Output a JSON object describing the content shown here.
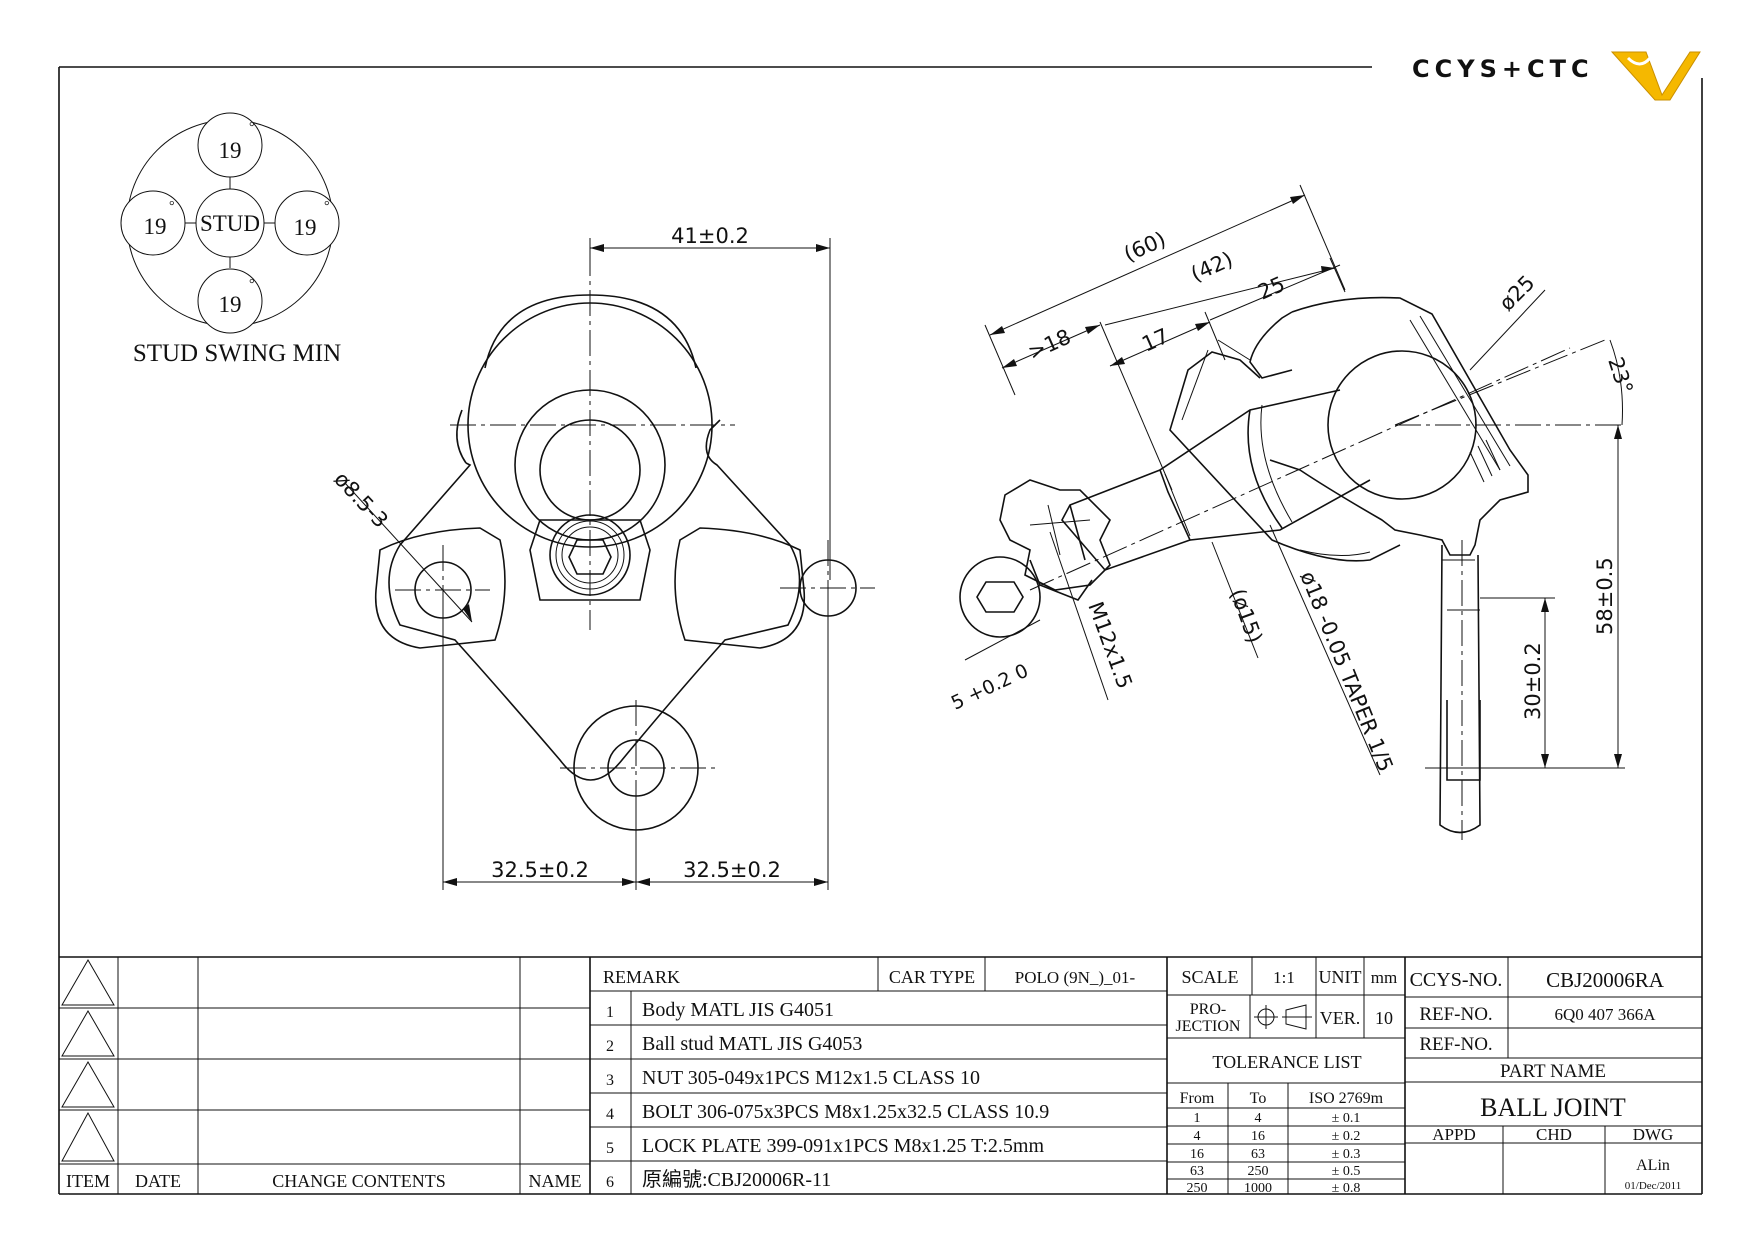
{
  "logo": {
    "text": "CCYS+CTC",
    "accent": "#f5b800"
  },
  "swing": {
    "angles": [
      "19",
      "19",
      "19",
      "19"
    ],
    "degree_mark": "°",
    "center": "STUD",
    "label": "STUD SWING MIN"
  },
  "dims": {
    "width_top": "41±0.2",
    "hole_dia": "ø8.5-3",
    "pitch_left": "32.5±0.2",
    "pitch_right": "32.5±0.2",
    "d60": "(60)",
    "d42": "(42)",
    "d25": "25",
    "d18": ">18",
    "d17": "17",
    "ball_dia": "ø25",
    "angle23": "23°",
    "d58": "58±0.5",
    "d30": "30±0.2",
    "thread": "M12x1.5",
    "neck": "(ø15)",
    "taper": "ø18 -0.05 TAPER 1/5",
    "hex": "5 +0.2 0"
  },
  "revision": {
    "headers": {
      "item": "ITEM",
      "date": "DATE",
      "change": "CHANGE CONTENTS",
      "name": "NAME"
    }
  },
  "remark": {
    "label": "REMARK",
    "car_type_label": "CAR TYPE",
    "car_type": "POLO (9N_)_01-",
    "items": [
      {
        "no": "1",
        "text": "Body MATL JIS G4051"
      },
      {
        "no": "2",
        "text": "Ball stud MATL JIS G4053"
      },
      {
        "no": "3",
        "text": "NUT 305-049x1PCS M12x1.5 CLASS 10"
      },
      {
        "no": "4",
        "text": "BOLT 306-075x3PCS M8x1.25x32.5 CLASS 10.9"
      },
      {
        "no": "5",
        "text": "LOCK PLATE 399-091x1PCS M8x1.25 T:2.5mm"
      },
      {
        "no": "6",
        "text": "原編號:CBJ20006R-11"
      }
    ]
  },
  "spec": {
    "scale_label": "SCALE",
    "scale": "1:1",
    "unit_label": "UNIT",
    "unit": "mm",
    "projection_label_1": "PRO-",
    "projection_label_2": "JECTION",
    "ver_label": "VER.",
    "ver": "10"
  },
  "tolerance": {
    "title": "TOLERANCE LIST",
    "headers": [
      "From",
      "To",
      "ISO 2769m"
    ],
    "rows": [
      [
        "1",
        "4",
        "± 0.1"
      ],
      [
        "4",
        "16",
        "± 0.2"
      ],
      [
        "16",
        "63",
        "± 0.3"
      ],
      [
        "63",
        "250",
        "± 0.5"
      ],
      [
        "250",
        "1000",
        "± 0.8"
      ]
    ]
  },
  "title_block": {
    "ccys_label": "CCYS-NO.",
    "ccys_no": "CBJ20006RA",
    "ref_label_1": "REF-NO.",
    "ref_no_1": "6Q0 407 366A",
    "ref_label_2": "REF-NO.",
    "ref_no_2": "",
    "part_name_label": "PART NAME",
    "part_name": "BALL JOINT",
    "appd": "APPD",
    "chd": "CHD",
    "dwg": "DWG",
    "drawn_by": "ALin",
    "date": "01/Dec/2011"
  }
}
